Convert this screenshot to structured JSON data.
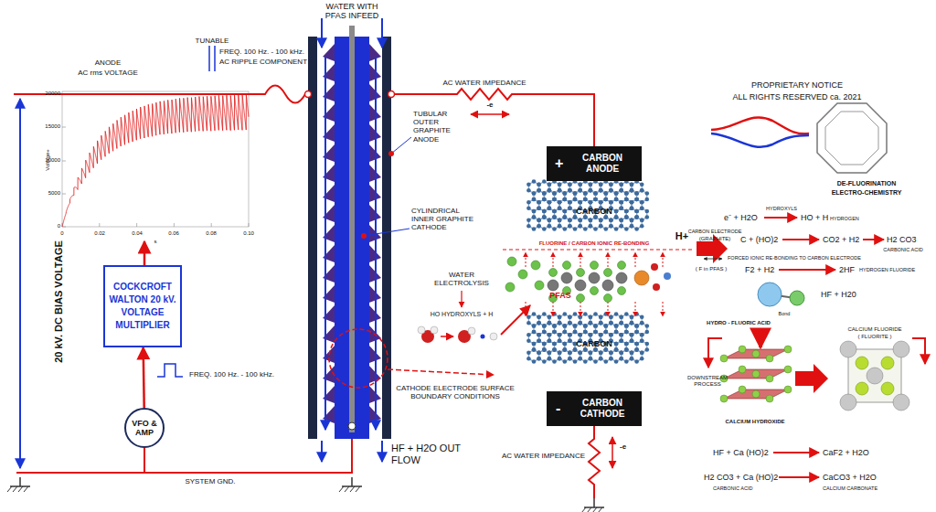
{
  "diagram": {
    "nodes": [
      {
        "text": [
          "COCKCROFT WALTON 20 kV. VOLTAGE MULTIPLIER"
        ]
      },
      {
        "text": [
          "VFO & AMP"
        ]
      },
      {
        "text": [
          "+",
          "CARBON ANODE"
        ]
      },
      {
        "text": [
          "-",
          "CARBON CATHODE"
        ]
      }
    ],
    "edges": [
      {
        "from": 1,
        "to": 0,
        "arrow": "to"
      }
    ],
    "labels": [
      "TUNABLE",
      "FREQ. 100 Hz. - 100 kHz.",
      "AC RIPPLE COMPONENT",
      "ANODE",
      "AC rms VOLTAGE",
      "20000",
      "15000",
      "10000",
      "5000",
      "0",
      "0",
      "0.02",
      "0.04",
      "0.06",
      "0.08",
      "0.10",
      "s",
      "Voltage+",
      "20 kV. DC BIAS VOLTAGE",
      "FREQ. 100 Hz. - 100 kHz.",
      "SYSTEM GND.",
      "WATER WITH PFAS INFEED",
      "TUBULAR OUTER GRAPHITE ANODE",
      "CYLINDRICAL INNER GRAPHITE CATHODE",
      "WATER ELECTROLYSIS",
      "HO HYDROXYLS + H",
      "CATHODE ELECTRODE SURFACE BOUNDARY CONDITIONS",
      "HF + H2O OUT FLOW",
      "AC WATER IMPEDANCE",
      "-e",
      "CARBON",
      "FLUORINE / CARBON IONIC RE-BONDING",
      "PFAS",
      "CARBON",
      "AC WATER IMPEDANCE",
      "-e",
      "H+",
      "PROPRIETARY NOTICE",
      "ALL RIGHTS RESERVED ca. 2021",
      "DE-FLUORINATION",
      "ELECTRO-CHEMISTRY",
      "HYDROXYLS",
      "e⁻ + H2O",
      "HO + H",
      "HYDROGEN",
      "CARBON ELECTRODE",
      "(GRAPHITE)",
      "C + (HO)2",
      "CO2 + H2",
      "H2 CO3",
      "CARBONIC ACID",
      "FORCED IONIC RE-BONDING TO CARBON ELECTRODE",
      "( F in PFAS )",
      "F2 + H2",
      "2HF",
      "HYDROGEN FLUORIDE",
      "HF + H20",
      "Bond",
      "HYDRO - FLUORIC ACID",
      "CALCIUM FLUORIDE",
      "( FLUORITE )",
      "DOWNSTREAM PROCESS",
      "CALCIUM HYDROXIDE",
      "HF + Ca (HO)2",
      "CaF2 + H2O",
      "H2 CO3 + Ca (HO)2",
      "CaCO3 + H2O",
      "CARBONIC ACID",
      "CALCIUM CARBONATE"
    ]
  }
}
